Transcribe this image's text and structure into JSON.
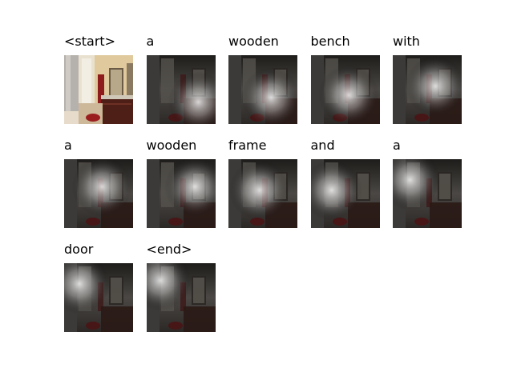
{
  "grid": {
    "columns": 5
  },
  "frames": [
    {
      "word": "<start>",
      "kind": "original",
      "focus": [
        0.5,
        0.5
      ]
    },
    {
      "word": "a",
      "kind": "attention",
      "focus": [
        0.75,
        0.68
      ]
    },
    {
      "word": "wooden",
      "kind": "attention",
      "focus": [
        0.62,
        0.62
      ]
    },
    {
      "word": "bench",
      "kind": "attention",
      "focus": [
        0.55,
        0.58
      ]
    },
    {
      "word": "with",
      "kind": "attention",
      "focus": [
        0.62,
        0.45
      ]
    },
    {
      "word": "a",
      "kind": "attention",
      "focus": [
        0.55,
        0.4
      ]
    },
    {
      "word": "wooden",
      "kind": "attention",
      "focus": [
        0.7,
        0.4
      ]
    },
    {
      "word": "frame",
      "kind": "attention",
      "focus": [
        0.45,
        0.45
      ]
    },
    {
      "word": "and",
      "kind": "attention",
      "focus": [
        0.3,
        0.45
      ]
    },
    {
      "word": "a",
      "kind": "attention",
      "focus": [
        0.25,
        0.3
      ]
    },
    {
      "word": "door",
      "kind": "attention",
      "focus": [
        0.22,
        0.3
      ]
    },
    {
      "word": "<end>",
      "kind": "attention",
      "focus": [
        0.2,
        0.25
      ]
    }
  ]
}
